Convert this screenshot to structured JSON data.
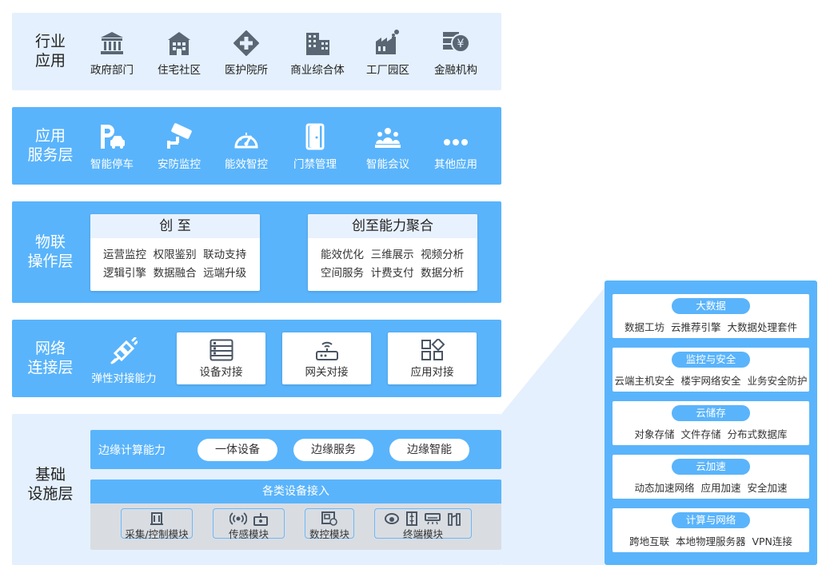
{
  "industry": {
    "title": "行业\n应用",
    "items": [
      "政府部门",
      "住宅社区",
      "医护院所",
      "商业综合体",
      "工厂园区",
      "金融机构"
    ]
  },
  "service": {
    "title": "应用\n服务层",
    "items": [
      "智能停车",
      "安防监控",
      "能效智控",
      "门禁管理",
      "智能会议",
      "其他应用"
    ]
  },
  "iot": {
    "title": "物联\n操作层",
    "card1": {
      "title": "创 至",
      "rows": [
        "运营监控  权限鉴别  联动支持",
        "逻辑引擎  数据融合  远端升级"
      ]
    },
    "card2": {
      "title": "创至能力聚合",
      "rows": [
        "能效优化  三维展示  视频分析",
        "空间服务  计费支付  数据分析"
      ]
    }
  },
  "network": {
    "title": "网络\n连接层",
    "elastic": "弹性对接能力",
    "cards": [
      "设备对接",
      "网关对接",
      "应用对接"
    ]
  },
  "infra": {
    "title": "基础\n设施层",
    "edge_label": "边缘计算能力",
    "edge_pills": [
      "一体设备",
      "边缘服务",
      "边缘智能"
    ],
    "access_title": "各类设备接入",
    "modules": [
      "采集/控制模块",
      "传感模块",
      "数控模块",
      "终端模块"
    ]
  },
  "cloud": [
    {
      "tag": "大数据",
      "desc": "数据工坊  云推荐引擎  大数据处理套件"
    },
    {
      "tag": "监控与安全",
      "desc": "云端主机安全  楼宇网络安全  业务安全防护"
    },
    {
      "tag": "云储存",
      "desc": "对象存储  文件存储  分布式数据库"
    },
    {
      "tag": "云加速",
      "desc": "动态加速网络  应用加速  安全加速"
    },
    {
      "tag": "计算与网络",
      "desc": "跨地互联  本地物理服务器  VPN连接"
    }
  ]
}
